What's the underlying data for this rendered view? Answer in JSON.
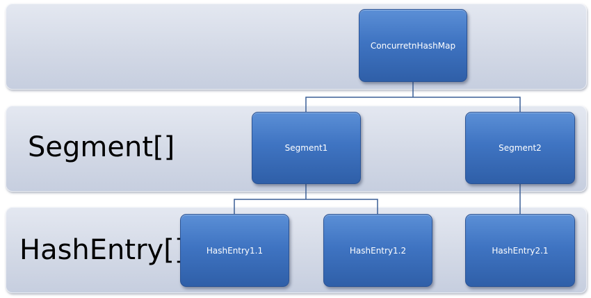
{
  "levels": {
    "segment_label": "Segment[]",
    "hashentry_label": "HashEntry[]"
  },
  "nodes": {
    "root": "ConcurretnHashMap",
    "segment1": "Segment1",
    "segment2": "Segment2",
    "hashentry_1_1": "HashEntry1.1",
    "hashentry_1_2": "HashEntry1.2",
    "hashentry_2_1": "HashEntry2.1"
  },
  "colors": {
    "node_fill": "#3f74c2",
    "band_fill": "#d3d9e6",
    "connector": "#3a5f96"
  }
}
